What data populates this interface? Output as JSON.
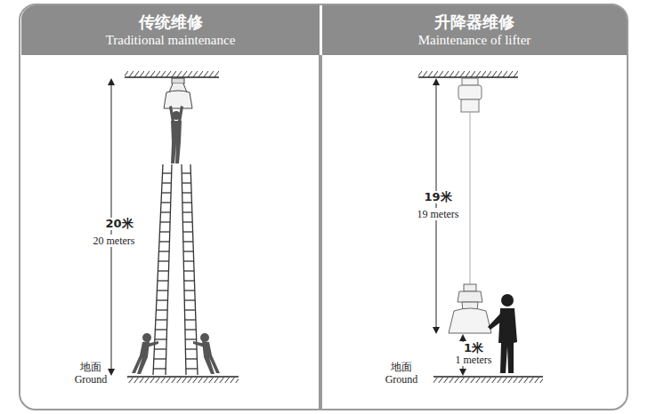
{
  "diagram": {
    "nodes": [
      {
        "text": [
          "传统维修",
          "Traditional maintenance"
        ]
      },
      {
        "text": [
          "升降器维修",
          "Maintenance of lifter"
        ]
      }
    ],
    "labels": [
      "20米",
      "20 meters",
      "地面",
      "Ground",
      "19米",
      "19 meters",
      "1米",
      "1 meters",
      "地面",
      "Ground"
    ]
  }
}
